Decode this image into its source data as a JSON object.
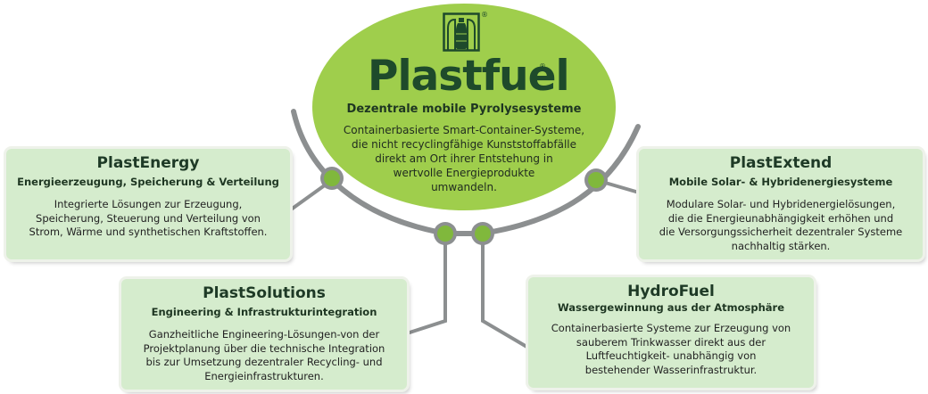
{
  "brand": {
    "logo_mark": "bottle-icon",
    "name": "Plastfuel",
    "registered_symbol": "®",
    "subtitle": "Dezentrale mobile Pyrolysesysteme",
    "description_lines": [
      "Containerbasierte Smart-Container-Systeme,",
      "die nicht recyclingfähige Kunststoffabfälle",
      "direkt am Ort ihrer Entstehung in",
      "wertvolle Energieprodukte",
      "umwandeln."
    ]
  },
  "modules": [
    {
      "title": "PlastEnergy",
      "subtitle": "Energieerzeugung, Speicherung & Verteilung",
      "description_lines": [
        "Integrierte Lösungen zur Erzeugung,",
        "Speicherung, Steuerung und Verteilung von",
        "Strom, Wärme und synthetischen Kraftstoffen."
      ]
    },
    {
      "title": "PlastExtend",
      "subtitle": "Mobile Solar- & Hybridenergiesysteme",
      "description_lines": [
        "Modulare Solar- und Hybridenergielösungen,",
        "die die Energieunabhängigkeit erhöhen und",
        "die Versorgungssicherheit dezentraler Systeme",
        "nachhaltig stärken."
      ]
    },
    {
      "title": "PlastSolutions",
      "subtitle": "Engineering & Infrastrukturintegration",
      "description_lines": [
        "Ganzheitliche Engineering-Lösungen-von der",
        "Projektplanung über die technische Integration",
        "bis zur Umsetzung dezentraler Recycling- und",
        "Energieinfrastrukturen."
      ]
    },
    {
      "title": "HydroFuel",
      "subtitle": "Wassergewinnung aus der Atmosphäre",
      "description_lines": [
        "Containerbasierte Systeme zur Erzeugung von",
        "sauberem Trinkwasser direkt aus der",
        "Luftfeuchtigkeit- unabhängig von",
        "bestehender Wasserinfrastruktur."
      ]
    }
  ],
  "colors": {
    "ellipse_fill": "#9fce4c",
    "box_fill": "#d5eccd",
    "arc_stroke": "#8c8f90",
    "node_fill": "#80b83c",
    "text_dark_green": "#1e4a2b"
  }
}
